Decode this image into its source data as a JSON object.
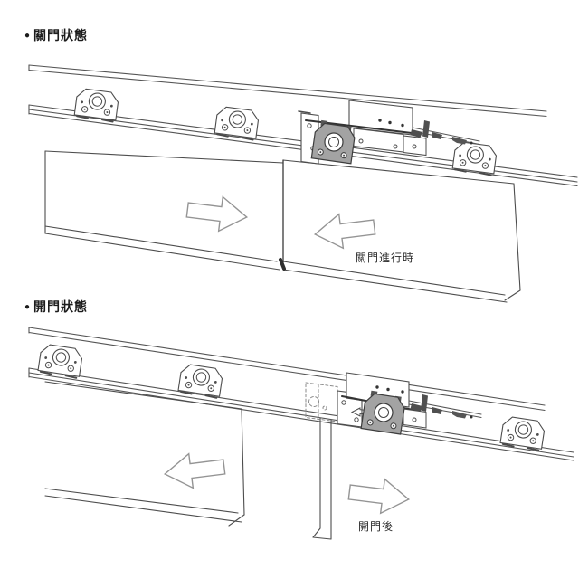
{
  "page": {
    "background": "#ffffff",
    "type": "sliding-door-mechanism-diagram"
  },
  "colors": {
    "line": "#4d4d4d",
    "arrow_line": "#949494",
    "trolley_fill": "#a3a3a3",
    "dark_part": "#4f4f4f",
    "text": "#1c1c1c"
  },
  "sections": [
    {
      "id": "closed-state",
      "bullet": "●",
      "heading": "關門狀態",
      "caption": "關門進行時",
      "arrows": [
        {
          "name": "left-door-arrow",
          "direction": "right"
        },
        {
          "name": "right-door-arrow",
          "direction": "left"
        }
      ],
      "parts": [
        "track",
        "hanger-bracket",
        "hanger-bracket",
        "hanger-bracket",
        "trolley-bracket",
        "soft-close-damper",
        "door-panel-left",
        "door-panel-right"
      ]
    },
    {
      "id": "open-state",
      "bullet": "●",
      "heading": "開門狀態",
      "caption": "開門後",
      "arrows": [
        {
          "name": "left-door-arrow",
          "direction": "left"
        },
        {
          "name": "right-door-arrow",
          "direction": "right"
        }
      ],
      "parts": [
        "track",
        "hanger-bracket",
        "hanger-bracket",
        "hanger-bracket",
        "trolley-bracket",
        "soft-close-damper",
        "door-panel-left",
        "door-jamb"
      ]
    }
  ]
}
